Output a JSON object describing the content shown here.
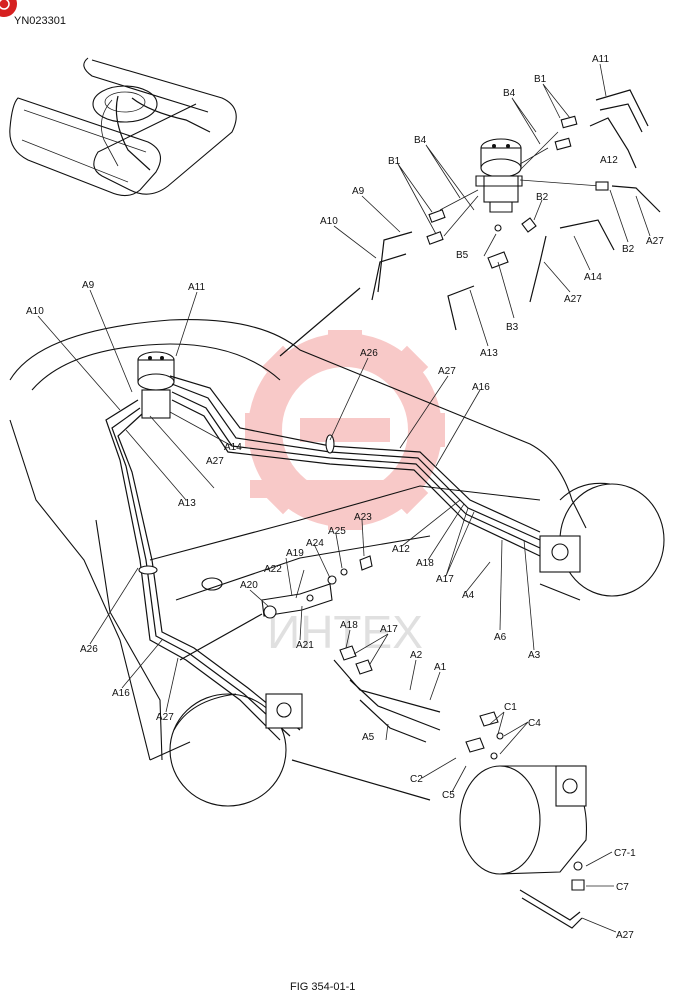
{
  "document": {
    "code": "YN023301",
    "figure_caption": "FIG 354-01-1",
    "watermark_text": "ИНТЕХ"
  },
  "colors": {
    "ink": "#111111",
    "watermark": "#e8413c",
    "corner_badge": "#d62020"
  },
  "labels": {
    "a11_top": "A11",
    "b1_top": "B1",
    "b4_top": "B4",
    "b4_mid": "B4",
    "b1_mid": "B1",
    "a9_top": "A9",
    "a10_top": "A10",
    "b2": "B2",
    "b2_right": "B2",
    "a27_right": "A27",
    "a12_top": "A12",
    "b5": "B5",
    "a14_right": "A14",
    "a27_mid": "A27",
    "b3": "B3",
    "a13_top": "A13",
    "a9_left": "A9",
    "a11_left": "A11",
    "a10_left": "A10",
    "a26_top": "A26",
    "a27_upper": "A27",
    "a16_upper": "A16",
    "a13_left": "A13",
    "a27_left": "A27",
    "a14_left": "A14",
    "a23": "A23",
    "a25": "A25",
    "a24": "A24",
    "a12_lower": "A12",
    "a18_upper": "A18",
    "a17_upper": "A17",
    "a4": "A4",
    "a6": "A6",
    "a3": "A3",
    "a22": "A22",
    "a19": "A19",
    "a20": "A20",
    "a21": "A21",
    "a18_lower": "A18",
    "a17_lower": "A17",
    "a2": "A2",
    "a1": "A1",
    "a26_left": "A26",
    "a16_left": "A16",
    "a27_lower": "A27",
    "c1": "C1",
    "c4": "C4",
    "a5": "A5",
    "c2": "C2",
    "c5": "C5",
    "c7_1": "C7-1",
    "c7": "C7",
    "a27_bottom": "A27"
  }
}
